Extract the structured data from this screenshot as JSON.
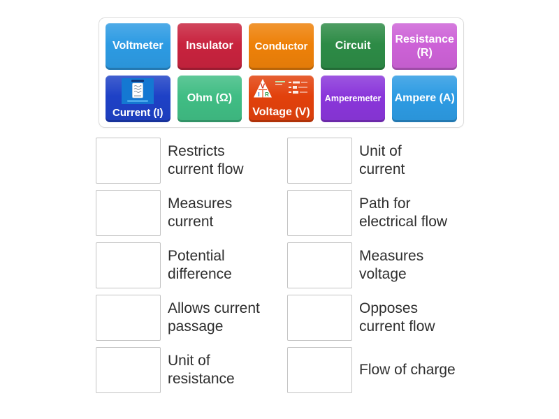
{
  "tray": {
    "tiles": [
      {
        "label": "Voltmeter",
        "color": "#2d9be3"
      },
      {
        "label": "Insulator",
        "color": "#c8233e"
      },
      {
        "label": "Conductor",
        "color": "#ee8109"
      },
      {
        "label": "Circuit",
        "color": "#2d8b46"
      },
      {
        "label": "Resistance (R)",
        "color": "#cd62d7"
      },
      {
        "label": "Current (I)",
        "color": "#1e41c6",
        "image": "ammeter-photo"
      },
      {
        "label": "Ohm (Ω)",
        "color": "#40bd84"
      },
      {
        "label": "Voltage (V)",
        "color": "#e2410c",
        "image": "ohms-law-triangle",
        "triangle": [
          "V",
          "I",
          "R"
        ]
      },
      {
        "label": "Amperemeter",
        "color": "#8a36da"
      },
      {
        "label": "Ampere (A)",
        "color": "#2d9be3"
      }
    ]
  },
  "definitions": {
    "left": [
      "Restricts\ncurrent flow",
      "Measures\ncurrent",
      "Potential\ndifference",
      "Allows current\npassage",
      "Unit of\nresistance"
    ],
    "right": [
      "Unit of\ncurrent",
      "Path for\nelectrical flow",
      "Measures\nvoltage",
      "Opposes\ncurrent flow",
      "Flow of charge"
    ]
  },
  "colors": {
    "tray_border": "#dcdcdc",
    "drop_box_border": "#c3c3c3",
    "definition_text": "#2e2e2e",
    "tile_text": "#ffffff"
  }
}
